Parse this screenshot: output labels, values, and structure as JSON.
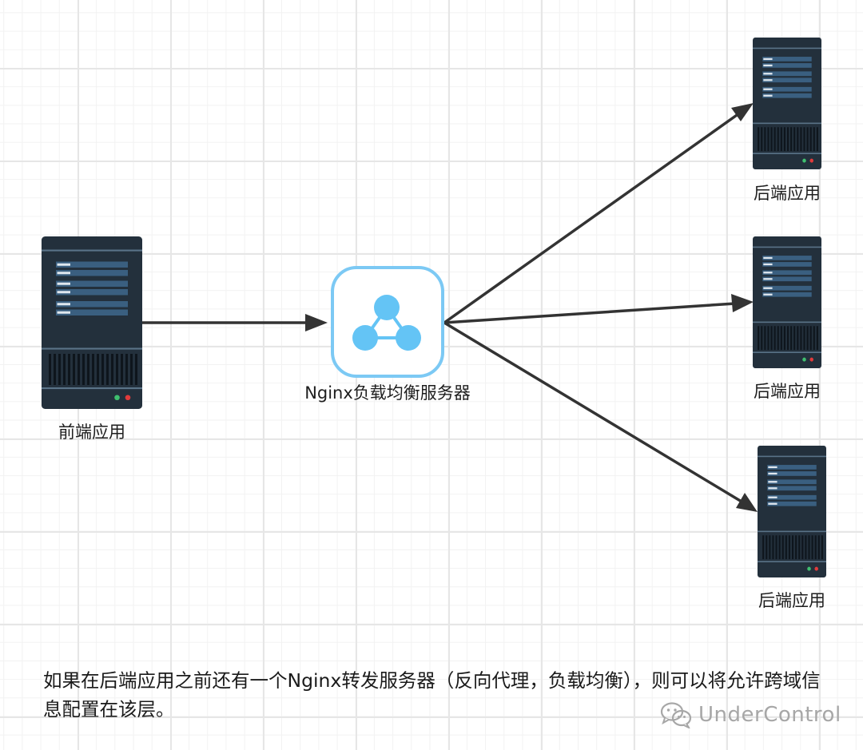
{
  "diagram": {
    "frontend": {
      "label": "前端应用"
    },
    "load_balancer": {
      "label": "Nginx负载均衡服务器"
    },
    "backends": [
      {
        "label": "后端应用"
      },
      {
        "label": "后端应用"
      },
      {
        "label": "后端应用"
      }
    ],
    "edges": [
      {
        "from": "frontend",
        "to": "load_balancer"
      },
      {
        "from": "load_balancer",
        "to": "backend-1"
      },
      {
        "from": "load_balancer",
        "to": "backend-2"
      },
      {
        "from": "load_balancer",
        "to": "backend-3"
      }
    ]
  },
  "caption": "如果在后端应用之前还有一个Nginx转发服务器（反向代理，负载均衡），则可以将允许跨域信息配置在该层。",
  "watermark": {
    "text": "UnderControl",
    "icon": "wechat-icon"
  },
  "colors": {
    "server_body": "#23303c",
    "server_bar": "#3a5f80",
    "nginx_border": "#7cc9f4",
    "nginx_node": "#64c4f5",
    "arrow": "#333333"
  }
}
